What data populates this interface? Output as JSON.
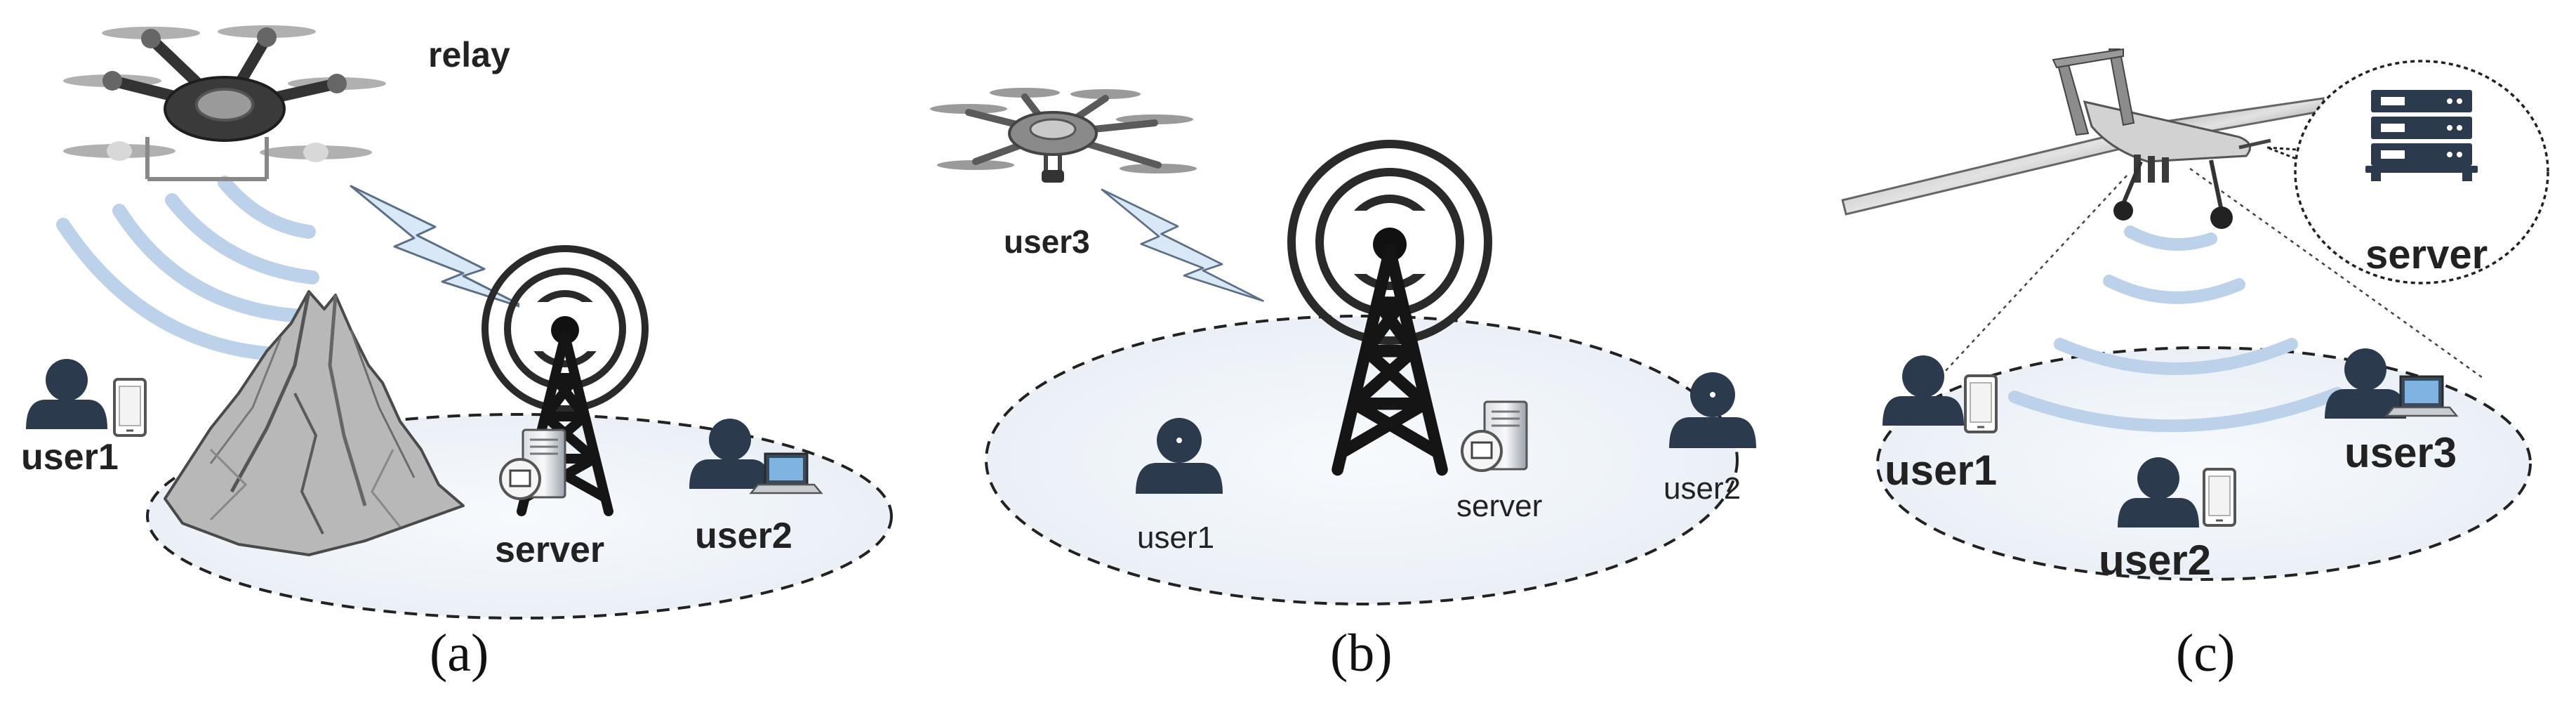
{
  "colors": {
    "user": "#2b3a4d",
    "ellipse_fill": "#f1f5f9",
    "ellipse_stroke": "#222222",
    "signal_wave": "#b9d0ea",
    "lightning": "#d9e8f6",
    "tower": "#151515",
    "mountain": "#6b6b6b"
  },
  "panel_a": {
    "relay_label": "relay",
    "user1_label": "user1",
    "server_label": "server",
    "user2_label": "user2",
    "caption": "(a)",
    "icons": [
      "quadcopter-drone-icon",
      "mountain-icon",
      "signal-tower-icon",
      "server-icon",
      "user-icon",
      "phone-icon",
      "laptop-icon",
      "lightning-link-icon"
    ]
  },
  "panel_b": {
    "user3_label": "user3",
    "user1_label": "user1",
    "server_label": "server",
    "user2_label": "user2",
    "caption": "(b)",
    "icons": [
      "hexacopter-drone-icon",
      "signal-tower-icon",
      "server-icon",
      "user-icon",
      "lightning-link-icon"
    ]
  },
  "panel_c": {
    "server_label": "server",
    "user1_label": "user1",
    "user2_label": "user2",
    "user3_label": "user3",
    "caption": "(c)",
    "icons": [
      "fixed-wing-uav-icon",
      "server-rack-icon",
      "user-icon",
      "phone-icon",
      "laptop-icon"
    ]
  }
}
